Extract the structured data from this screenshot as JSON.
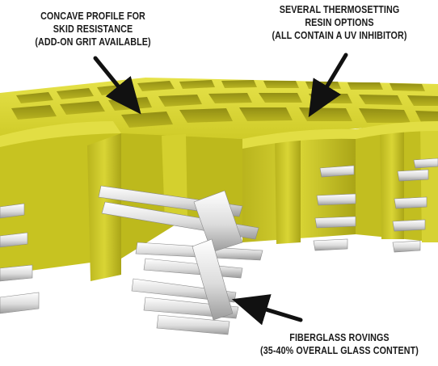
{
  "callouts": {
    "concave_profile": {
      "lines": [
        "CONCAVE PROFILE FOR",
        "SKID RESISTANCE",
        "(ADD-ON GRIT AVAILABLE)"
      ]
    },
    "resin_options": {
      "lines": [
        "SEVERAL THERMOSETTING",
        "RESIN OPTIONS",
        "(ALL CONTAIN A UV INHIBITOR)"
      ]
    },
    "fiberglass_rovings": {
      "lines": [
        "FIBERGLASS ROVINGS",
        "(35-40% OVERALL GLASS CONTENT)"
      ]
    }
  },
  "colors": {
    "resin_yellow": "#d8d52a",
    "resin_shadow": "#a9a418",
    "fiber_white": "#e9e9e9",
    "arrow": "#111111"
  }
}
